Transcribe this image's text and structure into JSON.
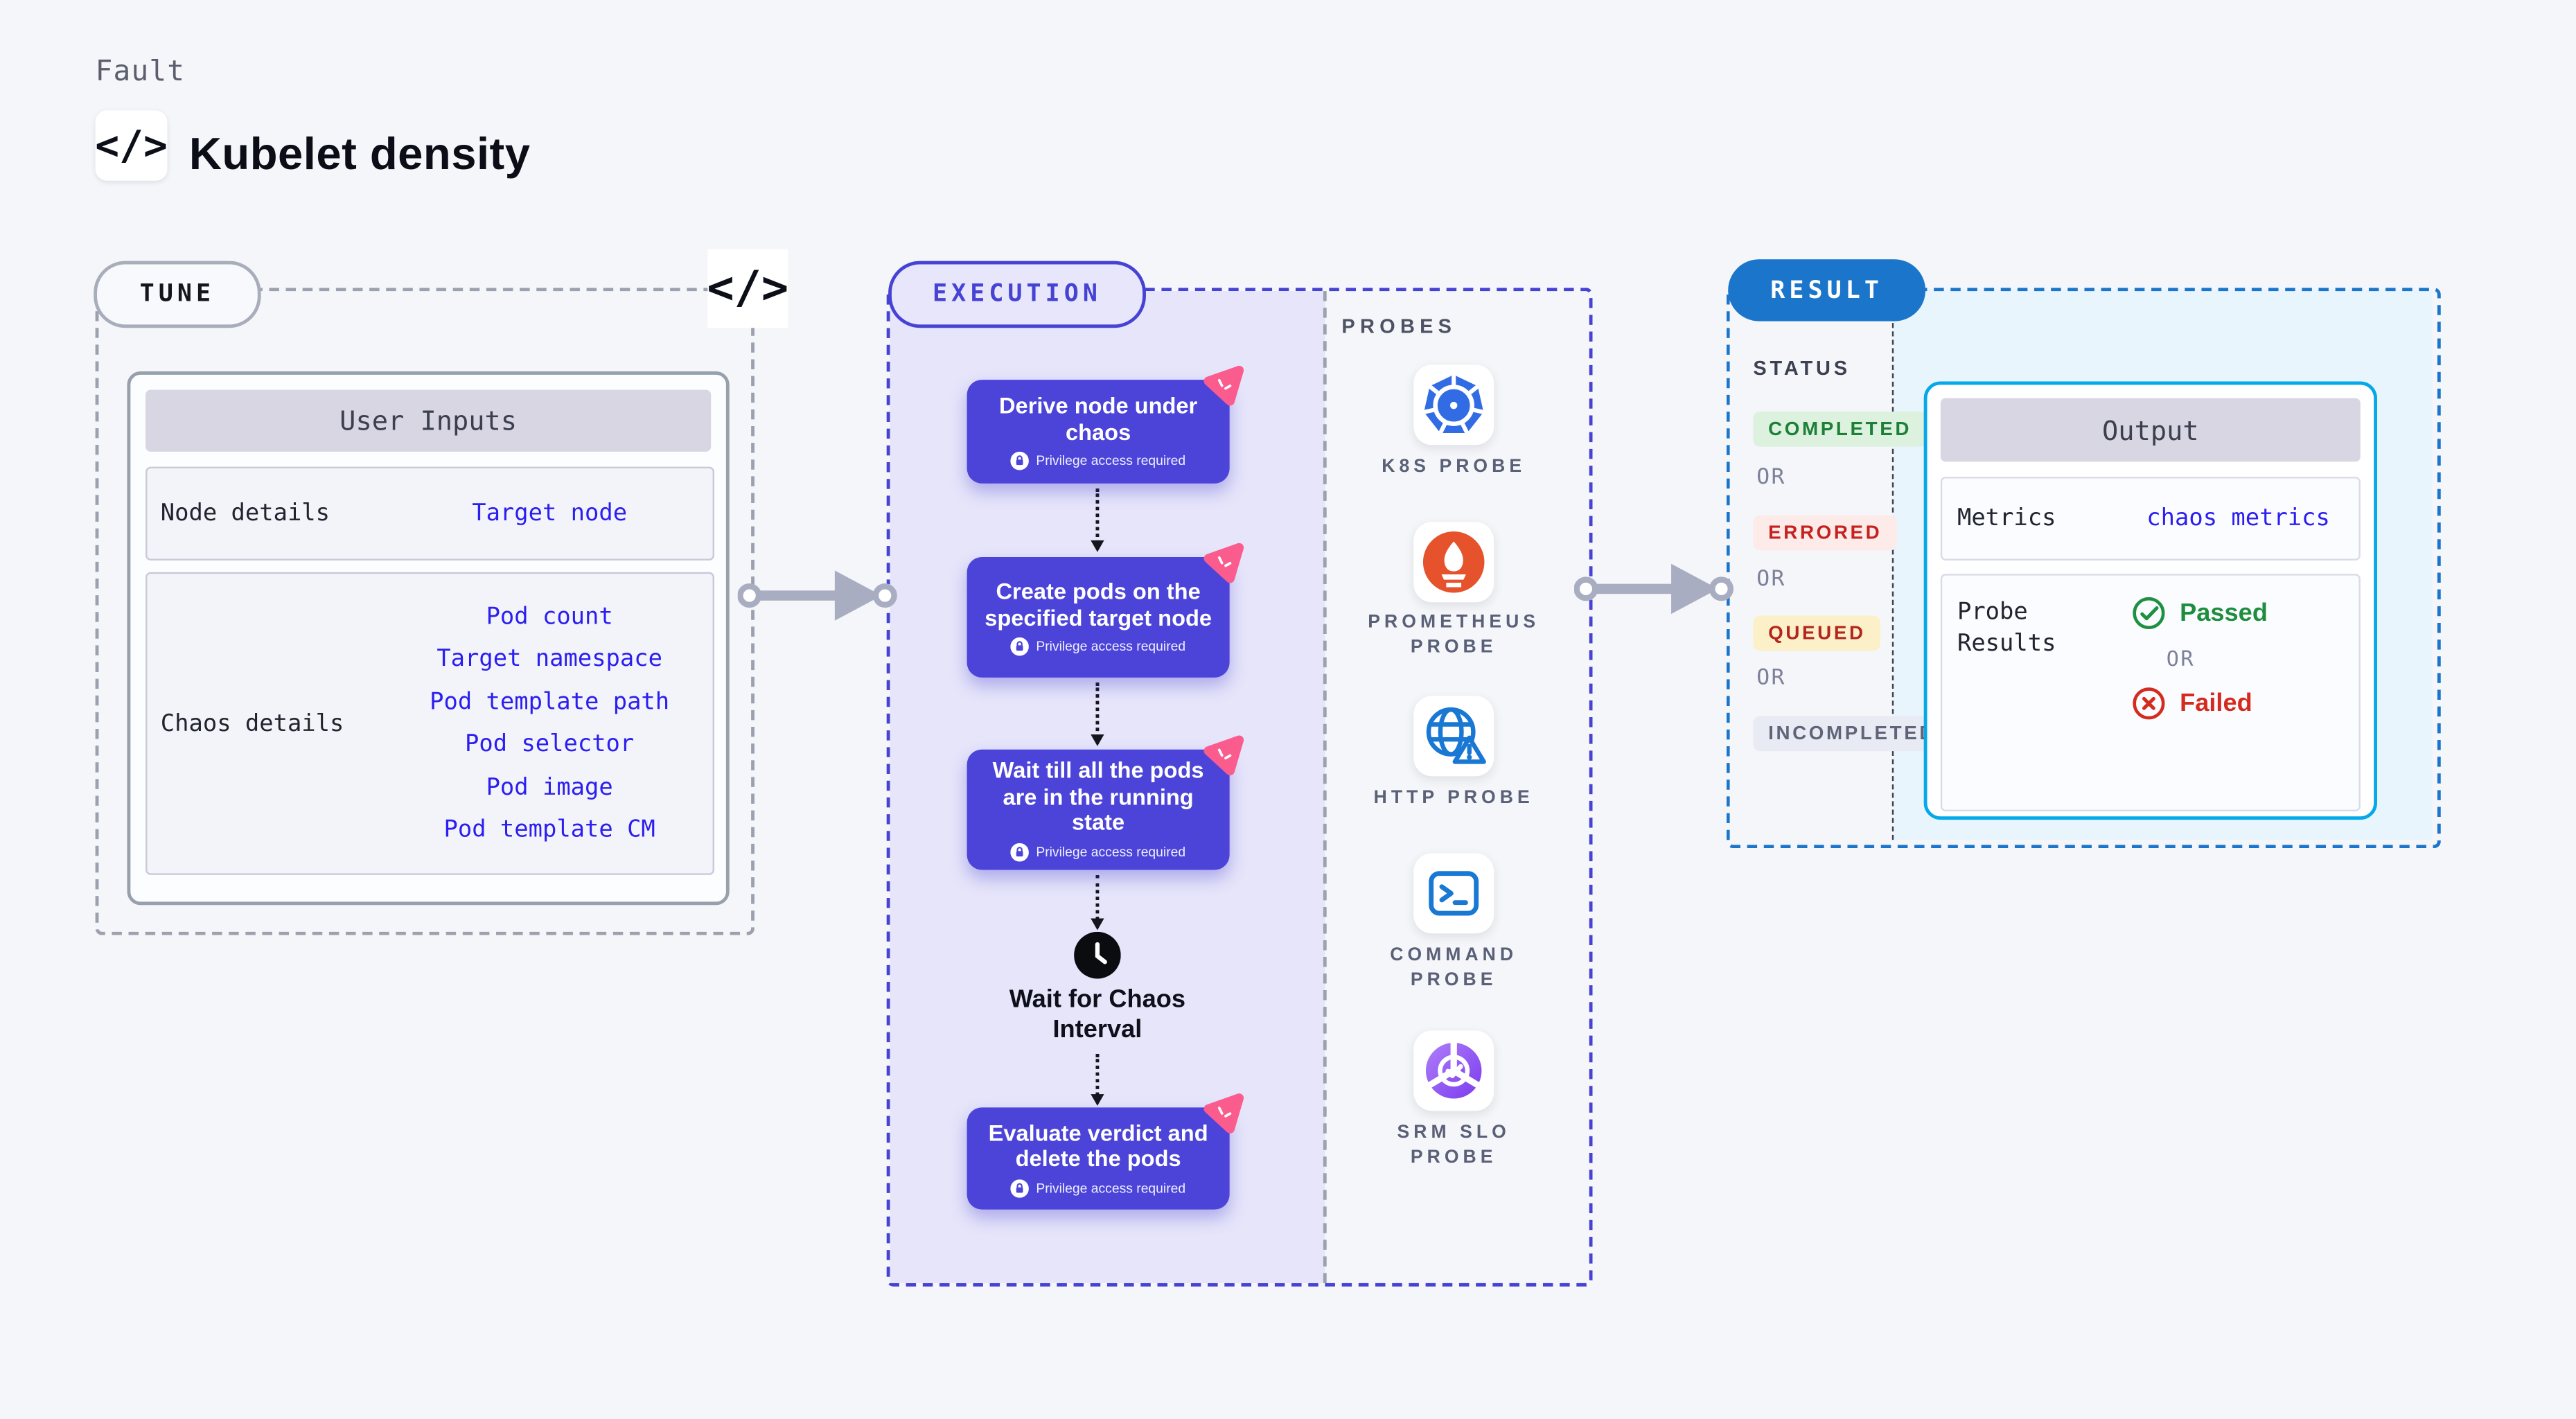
{
  "header": {
    "eyebrow": "Fault",
    "code_icon_glyph": "</>",
    "title": "Kubelet density"
  },
  "tune": {
    "pill": "TUNE",
    "code_icon_glyph": "</>",
    "card": {
      "header": "User Inputs",
      "rows": [
        {
          "label": "Node details",
          "links": [
            "Target node"
          ]
        },
        {
          "label": "Chaos details",
          "links": [
            "Pod count",
            "Target namespace",
            "Pod template path",
            "Pod selector",
            "Pod image",
            "Pod template CM"
          ]
        }
      ]
    }
  },
  "execution": {
    "pill": "EXECUTION",
    "privilege_label": "Privilege access required",
    "steps": [
      {
        "title": "Derive node under chaos"
      },
      {
        "title": "Create pods on the specified target node"
      },
      {
        "title": "Wait till all the pods are in the running state"
      },
      {
        "title": "Evaluate verdict and delete the pods"
      }
    ],
    "wait_step": {
      "title": "Wait for Chaos Interval",
      "icon": "clock-icon"
    }
  },
  "probes": {
    "heading": "PROBES",
    "items": [
      {
        "name": "K8S PROBE",
        "icon": "kubernetes-icon"
      },
      {
        "name": "PROMETHEUS PROBE",
        "icon": "prometheus-icon"
      },
      {
        "name": "HTTP PROBE",
        "icon": "http-globe-warning-icon"
      },
      {
        "name": "COMMAND PROBE",
        "icon": "terminal-icon"
      },
      {
        "name": "SRM SLO PROBE",
        "icon": "slo-donut-check-icon"
      }
    ]
  },
  "result": {
    "pill": "RESULT",
    "status_heading": "STATUS",
    "or_label": "OR",
    "statuses": [
      {
        "text": "COMPLETED",
        "color": "#1e8038",
        "bg": "#dcf1de"
      },
      {
        "text": "ERRORED",
        "color": "#c5221f",
        "bg": "#fcebe9"
      },
      {
        "text": "QUEUED",
        "color": "#b3261e",
        "bg": "#fcf0c8"
      },
      {
        "text": "INCOMPLETED",
        "color": "#5f6478",
        "bg": "#e9ebf4"
      }
    ],
    "output": {
      "header": "Output",
      "metrics_label": "Metrics",
      "metrics_value": "chaos metrics",
      "probe_results_label": "Probe Results",
      "passed": "Passed",
      "or": "OR",
      "failed": "Failed"
    }
  },
  "colors": {
    "page_bg": "#f5f6f9",
    "tune_dash_grey": "#9ba1ae",
    "execution_indigo": "#4643d4",
    "execution_lane_fill": "#e6e5fa",
    "step_node_fill": "#4c44d9",
    "chaos_badge_pink": "#fa5c8e",
    "result_blue": "#1b76cb",
    "result_area_fill": "#e8f5fd",
    "output_border_cyan": "#05a8e9",
    "link_blue": "#2b1ef0",
    "k8s_blue": "#326CE5",
    "prometheus_orange": "#E6522C",
    "probe_icon_blue": "#1878d4",
    "slo_purple": "#7c3aed",
    "passed_green": "#1e8e3e",
    "failed_red": "#d52b1e"
  }
}
